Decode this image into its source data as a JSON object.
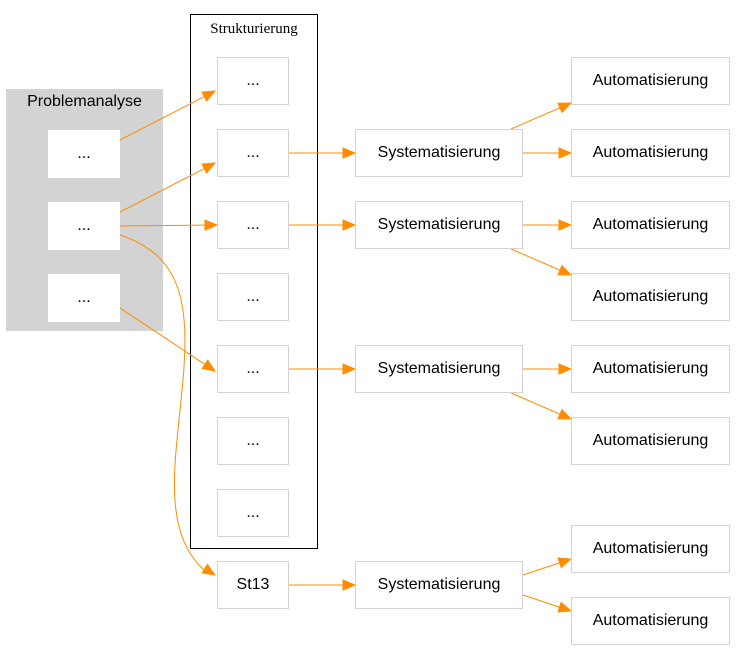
{
  "diagram": {
    "colors": {
      "edge": "#ff8c00",
      "cluster_fill": "#d3d3d3",
      "node_border": "#d3d3d3"
    },
    "clusters": {
      "problem": {
        "label": "Problemanalyse"
      },
      "structure": {
        "label": "Strukturierung"
      }
    },
    "nodes": {
      "p1": "...",
      "p2": "...",
      "p3": "...",
      "s1": "...",
      "s2": "...",
      "s3": "...",
      "s4": "...",
      "s5": "...",
      "s6": "...",
      "s7": "...",
      "st13": "St13",
      "y1": "Systematisierung",
      "y2": "Systematisierung",
      "y3": "Systematisierung",
      "y4": "Systematisierung",
      "a1": "Automatisierung",
      "a2": "Automatisierung",
      "a3": "Automatisierung",
      "a4": "Automatisierung",
      "a5": "Automatisierung",
      "a6": "Automatisierung",
      "a7": "Automatisierung",
      "a8": "Automatisierung"
    },
    "edges": [
      [
        "p1",
        "s1"
      ],
      [
        "p2",
        "s2"
      ],
      [
        "p2",
        "s3"
      ],
      [
        "p2",
        "st13"
      ],
      [
        "p3",
        "s5"
      ],
      [
        "s2",
        "y1"
      ],
      [
        "s3",
        "y2"
      ],
      [
        "s5",
        "y3"
      ],
      [
        "st13",
        "y4"
      ],
      [
        "y1",
        "a1"
      ],
      [
        "y1",
        "a2"
      ],
      [
        "y2",
        "a3"
      ],
      [
        "y2",
        "a4"
      ],
      [
        "y3",
        "a5"
      ],
      [
        "y3",
        "a6"
      ],
      [
        "y4",
        "a7"
      ],
      [
        "y4",
        "a8"
      ]
    ]
  }
}
